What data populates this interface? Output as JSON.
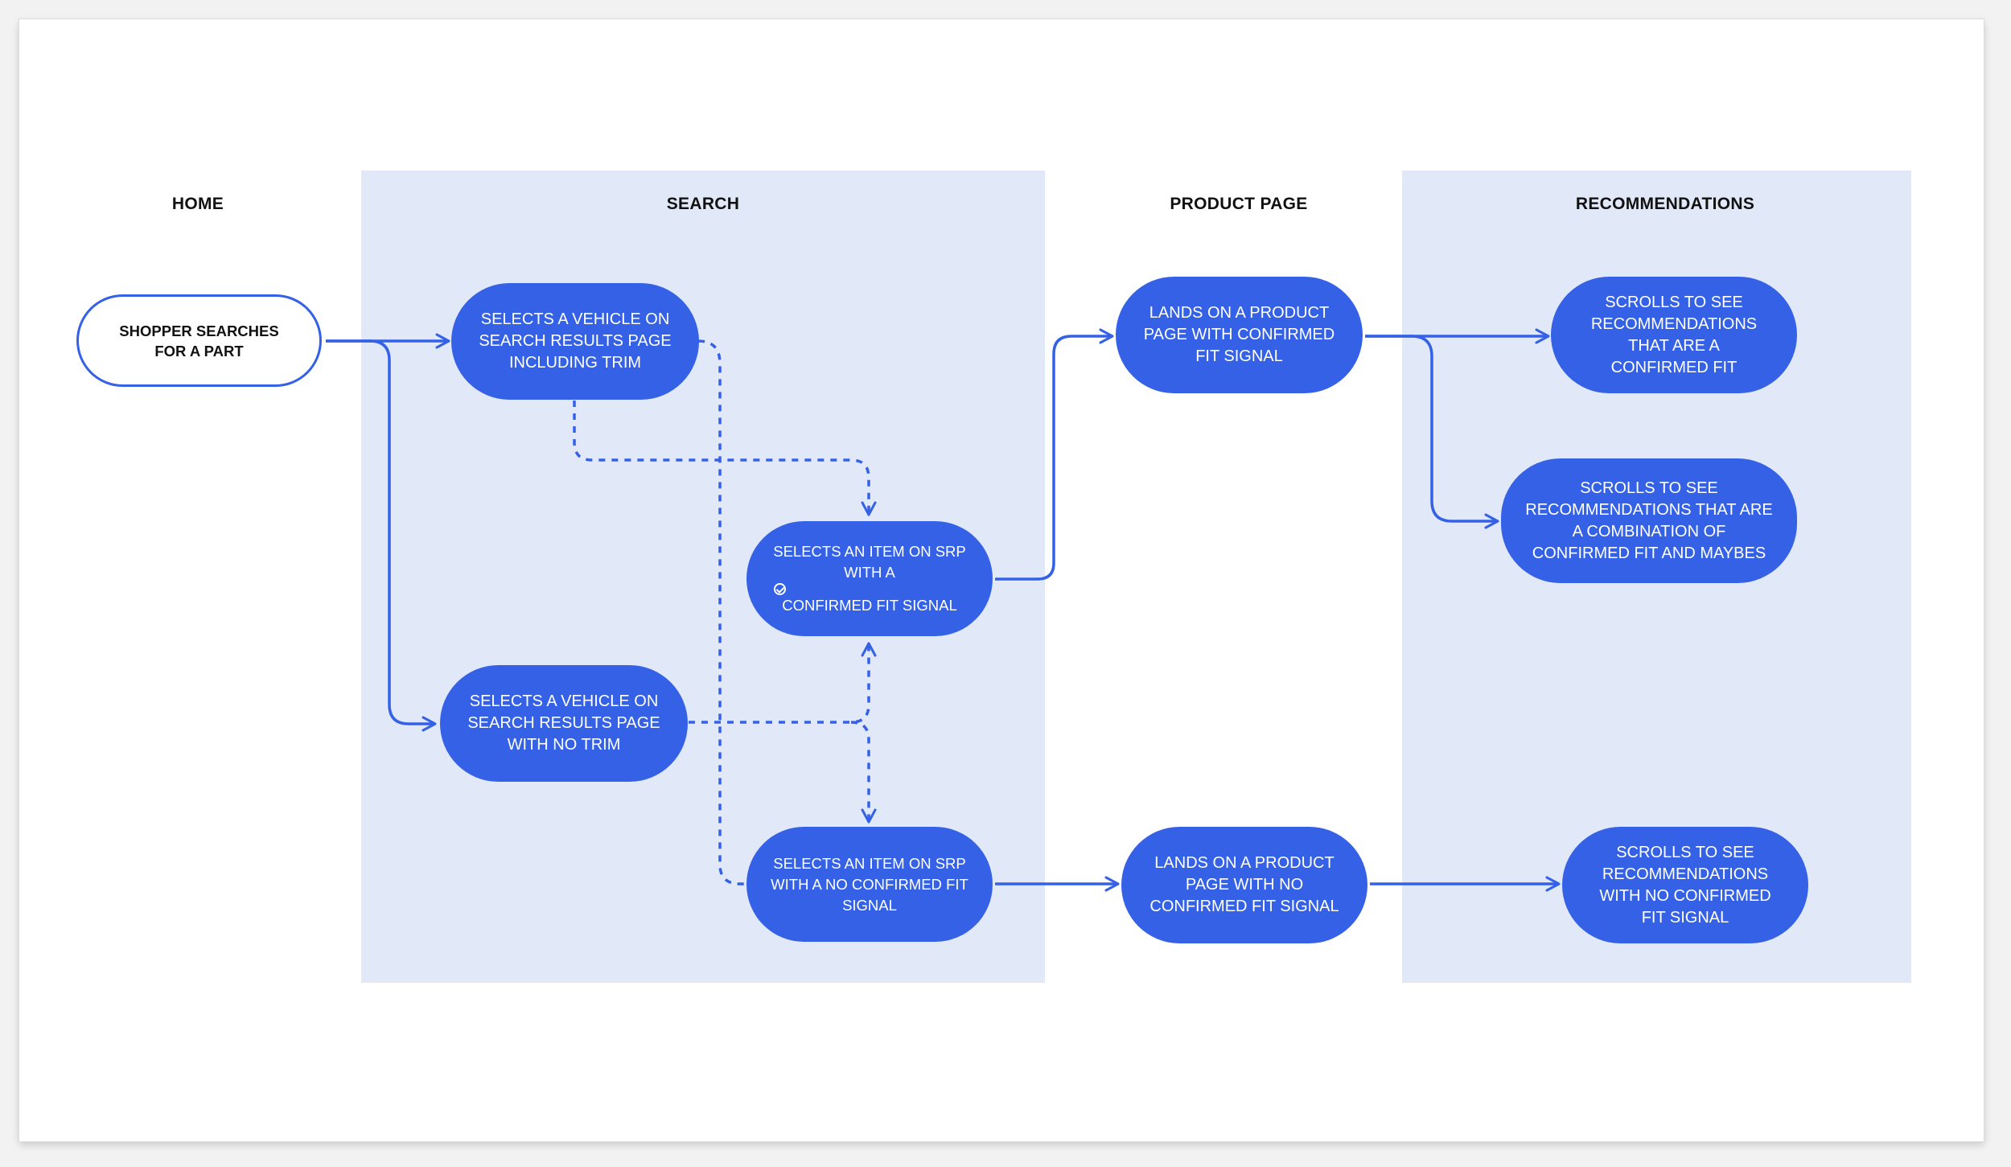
{
  "lanes": {
    "home": "HOME",
    "search": "SEARCH",
    "product": "PRODUCT PAGE",
    "recommendations": "RECOMMENDATIONS"
  },
  "nodes": {
    "start": "SHOPPER SEARCHES FOR  A PART",
    "vehicle_trim": "SELECTS A VEHICLE ON SEARCH RESULTS PAGE INCLUDING TRIM",
    "vehicle_no_trim": "SELECTS A VEHICLE ON SEARCH RESULTS PAGE WITH NO TRIM",
    "item_confirmed_a": "SELECTS AN ITEM ON SRP WITH A",
    "item_confirmed_b": "CONFIRMED FIT SIGNAL",
    "item_no_confirmed": "SELECTS AN ITEM ON SRP WITH A NO CONFIRMED FIT SIGNAL",
    "lands_confirmed": "LANDS ON A PRODUCT PAGE WITH CONFIRMED FIT SIGNAL",
    "lands_no_confirmed": "LANDS ON A PRODUCT PAGE WITH NO CONFIRMED FIT SIGNAL",
    "rec_confirmed": "SCROLLS TO SEE RECOMMENDATIONS THAT ARE A CONFIRMED FIT",
    "rec_combination": "SCROLLS TO SEE RECOMMENDATIONS THAT ARE A COMBINATION OF CONFIRMED FIT AND MAYBES",
    "rec_no_confirmed": "SCROLLS TO SEE RECOMMENDATIONS WITH NO CONFIRMED FIT SIGNAL"
  },
  "colors": {
    "node_fill": "#3461e6",
    "lane_fill": "#e1e8f8",
    "connector": "#3461e6"
  }
}
